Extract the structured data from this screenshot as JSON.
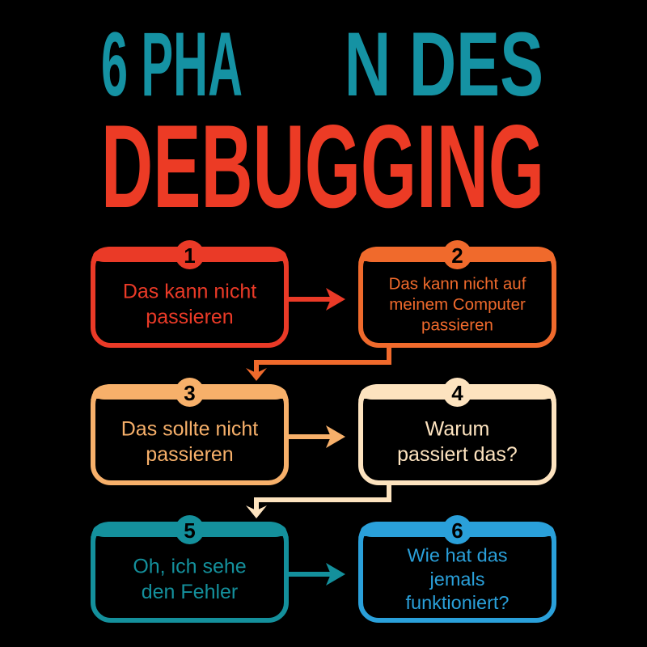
{
  "title": {
    "line1_left": "6 PHA",
    "line1_right": "N DES",
    "line2": "DEBUGGING",
    "colors": {
      "line1": "#1592a3",
      "line2": "#ec3b25"
    }
  },
  "phases": [
    {
      "number": "1",
      "lines": [
        "Das kann nicht",
        "passieren"
      ],
      "color": "#ea3a27"
    },
    {
      "number": "2",
      "lines": [
        "Das kann nicht auf",
        "meinem Computer",
        "passieren"
      ],
      "color": "#f06a2c"
    },
    {
      "number": "3",
      "lines": [
        "Das sollte nicht",
        "passieren"
      ],
      "color": "#f7b06a"
    },
    {
      "number": "4",
      "lines": [
        "Warum",
        "passiert das?"
      ],
      "color": "#fde3bf"
    },
    {
      "number": "5",
      "lines": [
        "Oh, ich sehe",
        "den Fehler"
      ],
      "color": "#14909c"
    },
    {
      "number": "6",
      "lines": [
        "Wie hat das",
        "jemals",
        "funktioniert?"
      ],
      "color": "#2aa0da"
    }
  ]
}
